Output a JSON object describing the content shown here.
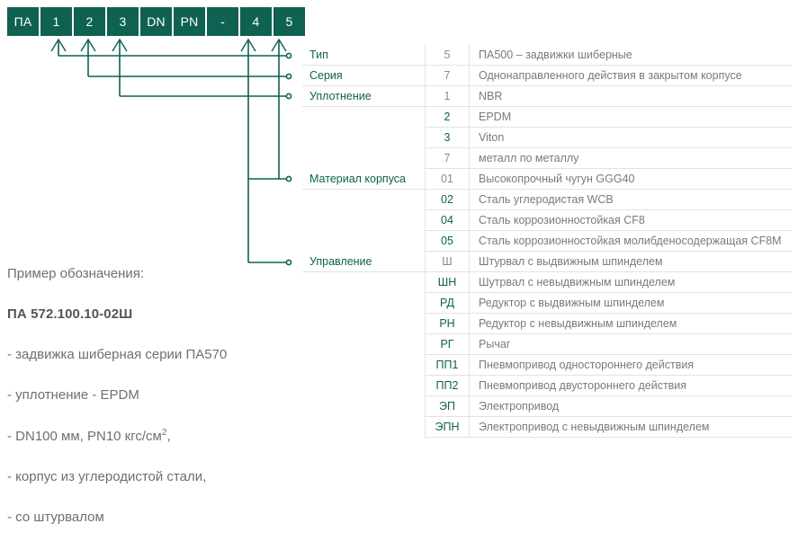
{
  "code_row": {
    "name": "designation-code-boxes",
    "boxes": [
      {
        "label": "ПА",
        "has_arrow": false
      },
      {
        "label": "1",
        "has_arrow": true
      },
      {
        "label": "2",
        "has_arrow": true
      },
      {
        "label": "3",
        "has_arrow": true
      },
      {
        "label": "DN",
        "has_arrow": false
      },
      {
        "label": "PN",
        "has_arrow": false
      },
      {
        "label": "-",
        "has_arrow": false
      },
      {
        "label": "4",
        "has_arrow": true
      },
      {
        "label": "5",
        "has_arrow": true
      }
    ]
  },
  "table": {
    "name": "designation-spec-table",
    "rows": [
      {
        "group": "Тип",
        "code": "5",
        "code_color": "grey",
        "desc": "ПА500 – задвижки шиберные"
      },
      {
        "group": "Серия",
        "code": "7",
        "code_color": "grey",
        "desc": "Однонаправленного действия в закрытом корпусе"
      },
      {
        "group": "Уплотнение",
        "code": "1",
        "code_color": "grey",
        "desc": "NBR"
      },
      {
        "group": "",
        "code": "2",
        "code_color": "green",
        "desc": "EPDM"
      },
      {
        "group": "",
        "code": "3",
        "code_color": "green",
        "desc": "Viton"
      },
      {
        "group": "",
        "code": "7",
        "code_color": "grey",
        "desc": "металл по металлу"
      },
      {
        "group": "Материал корпуса",
        "code": "01",
        "code_color": "grey",
        "desc": "Высокопрочный чугун GGG40"
      },
      {
        "group": "",
        "code": "02",
        "code_color": "green",
        "desc": "Сталь углеродистая WCB"
      },
      {
        "group": "",
        "code": "04",
        "code_color": "green",
        "desc": "Сталь коррозионностойкая CF8"
      },
      {
        "group": "",
        "code": "05",
        "code_color": "green",
        "desc": "Сталь коррозионностойкая молибденосодержащая CF8M"
      },
      {
        "group": "Управление",
        "code": "Ш",
        "code_color": "grey",
        "desc": "Штурвал с выдвижным шпинделем"
      },
      {
        "group": "",
        "code": "ШН",
        "code_color": "green",
        "desc": "Шутрвал с невыдвижным шпинделем"
      },
      {
        "group": "",
        "code": "РД",
        "code_color": "green",
        "desc": "Редуктор с выдвижным шпинделем"
      },
      {
        "group": "",
        "code": "РН",
        "code_color": "green",
        "desc": "Редуктор с невыдвижным шпинделем"
      },
      {
        "group": "",
        "code": "РГ",
        "code_color": "green",
        "desc": "Рычаг"
      },
      {
        "group": "",
        "code": "ПП1",
        "code_color": "green",
        "desc": "Пневмопривод одностороннего действия"
      },
      {
        "group": "",
        "code": "ПП2",
        "code_color": "green",
        "desc": "Пневмопривод двустороннего действия"
      },
      {
        "group": "",
        "code": "ЭП",
        "code_color": "green",
        "desc": "Электропривод"
      },
      {
        "group": "",
        "code": "ЭПН",
        "code_color": "green",
        "desc": "Электропривод с невыдвижным шпинделем"
      }
    ]
  },
  "example": {
    "heading": "Пример обозначения:",
    "designation": "ПА 572.100.10-02Ш",
    "bullets": [
      "- задвижка шиберная серии ПА570",
      "- уплотнение - EPDM"
    ],
    "dn_line_prefix": "- DN100 мм, PN10 кгс/см",
    "dn_line_sup": "2",
    "dn_line_suffix": ",",
    "bullets_tail": [
      "- корпус из углеродистой стали,",
      "- со штурвалом"
    ]
  },
  "colors": {
    "brand_green": "#0f6152",
    "text_grey": "#6f6f6f",
    "rule_grey": "#e2e2e2",
    "box_text": "#ffffff"
  }
}
